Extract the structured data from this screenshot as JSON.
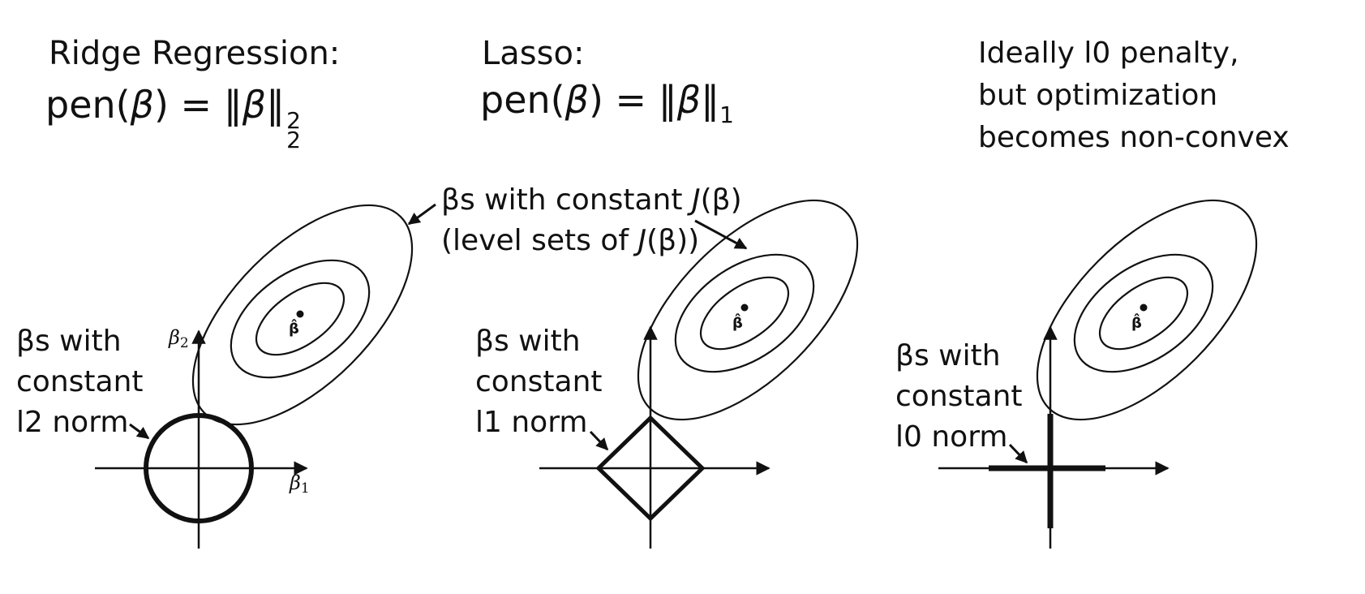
{
  "ridge": {
    "title": "Ridge Regression:",
    "formula_prefix": "pen(",
    "formula_beta": "β",
    "formula_mid": ") = ‖",
    "formula_beta2": "β",
    "formula_end": "‖",
    "formula_sup": "2",
    "formula_sub": "2",
    "constraint_label": [
      "βs with",
      "constant",
      "l2 norm"
    ],
    "axis_y": "β",
    "axis_y_sub": "2",
    "axis_x": "β",
    "axis_x_sub": "1"
  },
  "lasso": {
    "title": "Lasso:",
    "formula_prefix": "pen(",
    "formula_beta": "β",
    "formula_mid": ") = ‖",
    "formula_beta2": "β",
    "formula_end": "‖",
    "formula_sub": "1",
    "constraint_label": [
      "βs with",
      "constant",
      "l1 norm"
    ]
  },
  "l0": {
    "note": [
      "Ideally l0 penalty,",
      "but optimization",
      "becomes non-convex"
    ],
    "constraint_label": [
      "βs with",
      "constant",
      "l0 norm"
    ]
  },
  "level_set_callout": {
    "line1_a": "βs with constant ",
    "line1_b": "J",
    "line1_c": "(β)",
    "line2_a": "(level sets of ",
    "line2_b": "J",
    "line2_c": "(β))"
  },
  "beta_hat": "β̂",
  "colors": {
    "ink": "#111111",
    "background": "#ffffff"
  },
  "icons": [
    "arrow-pointer-icon",
    "axis-arrowhead-icon"
  ]
}
